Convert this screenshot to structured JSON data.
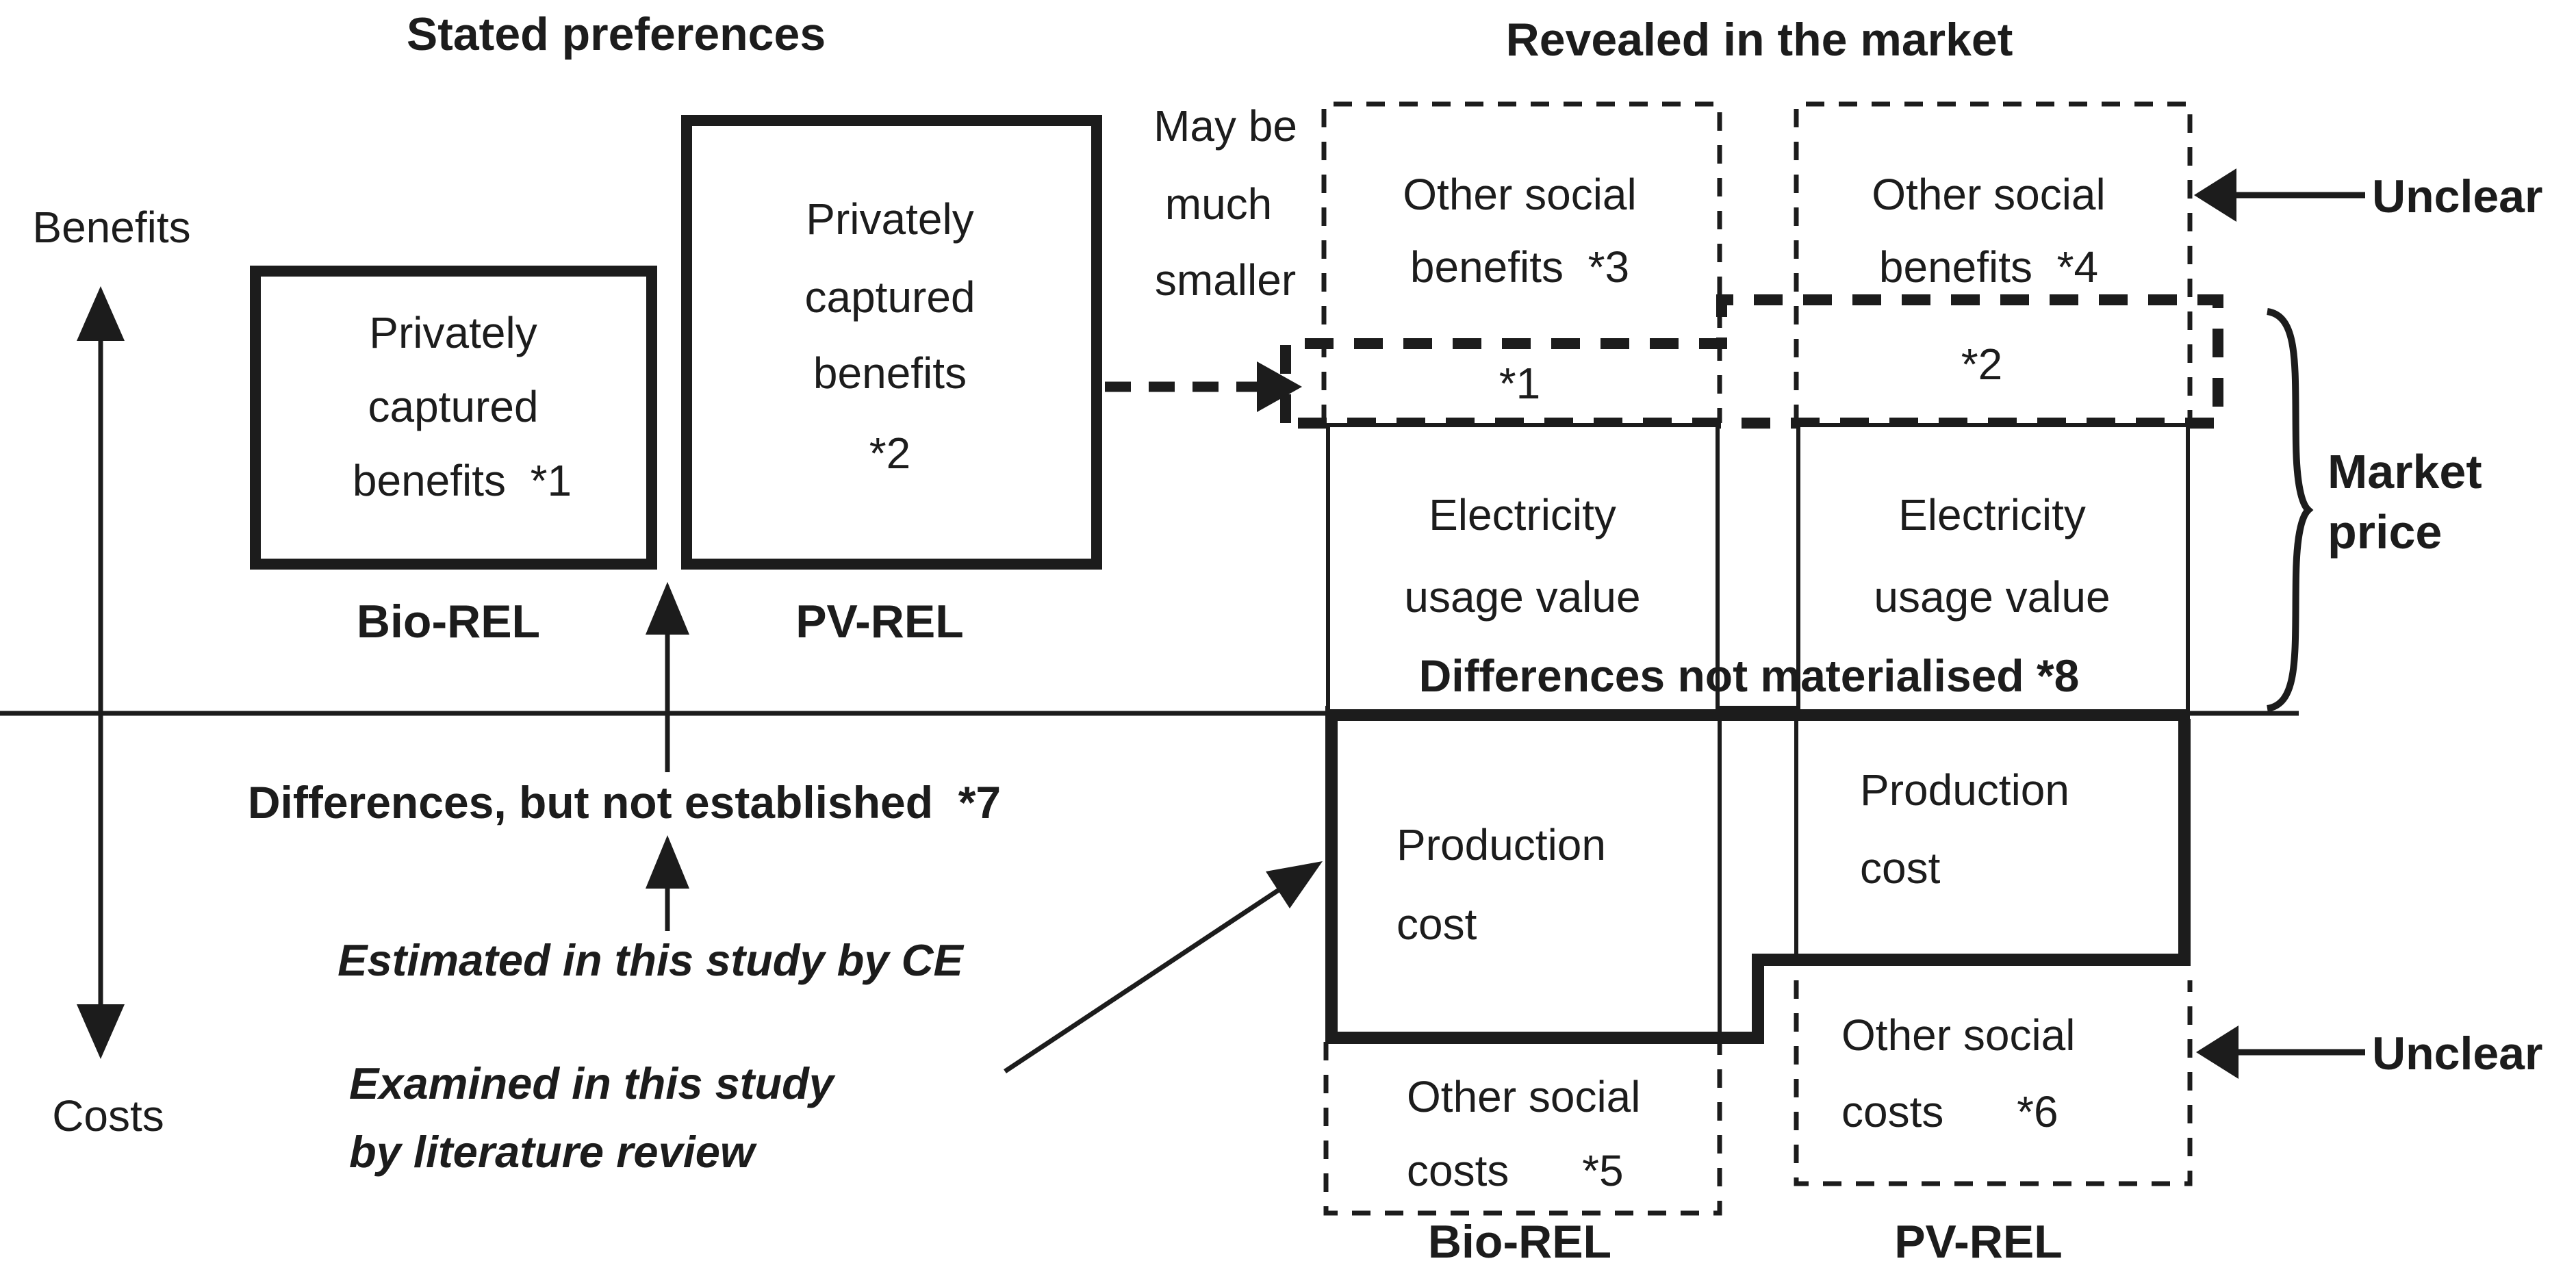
{
  "colors": {
    "ink": "#1c1c1c",
    "background": "#ffffff"
  },
  "axis": {
    "benefits_label": "Benefits",
    "costs_label": "Costs"
  },
  "stated": {
    "title": "Stated preferences",
    "bio_box_lines": [
      "Privately",
      "captured",
      "benefits  *1"
    ],
    "pv_box_lines": [
      "Privately",
      "captured",
      "benefits",
      "*2"
    ],
    "bio_label": "Bio-REL",
    "pv_label": "PV-REL"
  },
  "revealed": {
    "title": "Revealed in the market",
    "bio_benefits_lines": [
      "Other social",
      "benefits  *3"
    ],
    "pv_benefits_lines": [
      "Other social",
      "benefits  *4"
    ],
    "bio_strip_label": "*1",
    "pv_strip_label": "*2",
    "bio_electricity_lines": [
      "Electricity",
      "usage value"
    ],
    "pv_electricity_lines": [
      "Electricity",
      "usage value"
    ],
    "bio_production_lines": [
      "Production",
      "cost"
    ],
    "pv_production_lines": [
      "Production",
      "cost"
    ],
    "bio_costs_lines": [
      "Other social",
      "costs      *5"
    ],
    "pv_costs_lines": [
      "Other social",
      "costs      *6"
    ],
    "bio_label": "Bio-REL",
    "pv_label": "PV-REL",
    "market_price_lines": [
      "Market",
      "price"
    ]
  },
  "annotations": {
    "may_be_smaller_lines": [
      "May be",
      "much",
      "smaller"
    ],
    "unclear_top": "Unclear",
    "unclear_bottom": "Unclear",
    "differences_not_materialised": "Differences not materialised *8",
    "differences_not_established": "Differences, but not established  *7",
    "estimated": "Estimated in this study by CE",
    "examined_lines": [
      "Examined in this study",
      "by literature review"
    ]
  }
}
